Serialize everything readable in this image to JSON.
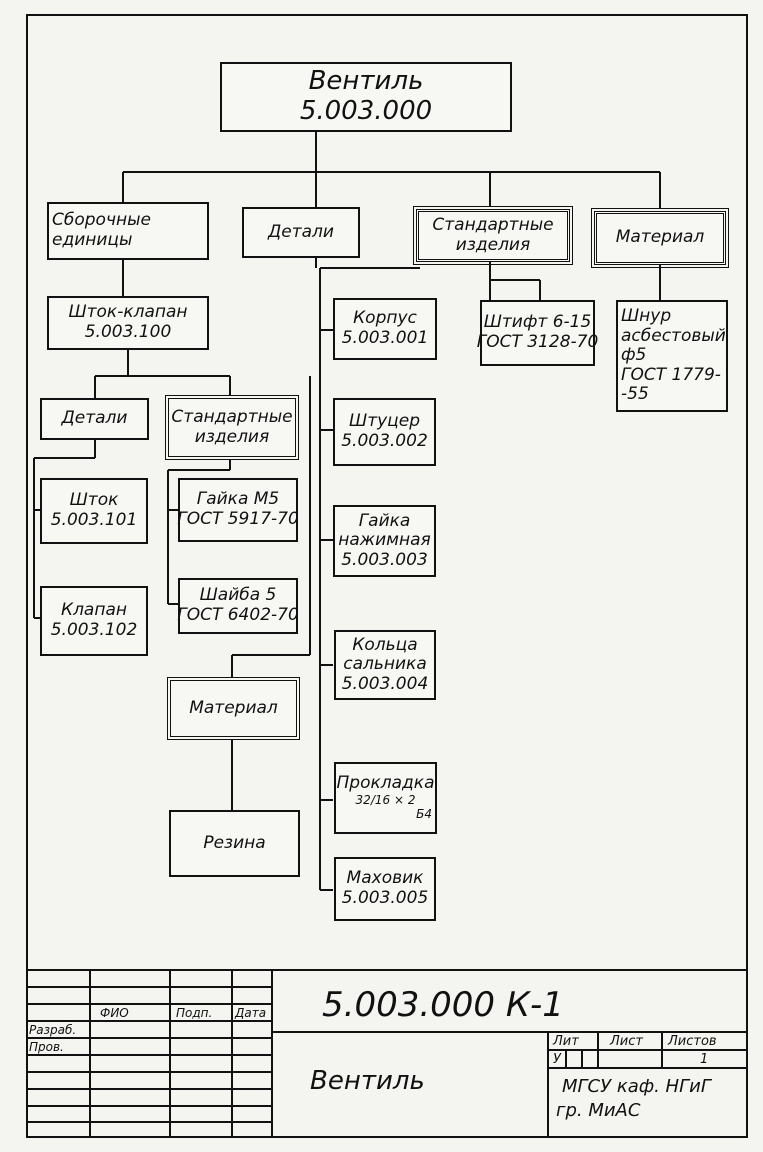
{
  "root": {
    "line1": "Вентиль",
    "line2": "5.003.000"
  },
  "level1": {
    "assemblies": {
      "line1": "Сборочные",
      "line2": "единицы"
    },
    "parts": {
      "line1": "Детали"
    },
    "standard": {
      "line1": "Стандартные",
      "line2": "изделия"
    },
    "material": {
      "line1": "Материал"
    }
  },
  "assembly": {
    "line1": "Шток-клапан",
    "line2": "5.003.100"
  },
  "sub_parts": {
    "line1": "Детали"
  },
  "sub_standard": {
    "line1": "Стандартные",
    "line2": "изделия"
  },
  "shtok": {
    "line1": "Шток",
    "line2": "5.003.101"
  },
  "klapan": {
    "line1": "Клапан",
    "line2": "5.003.102"
  },
  "gaika_m5": {
    "line1": "Гайка М5",
    "line2": "ГОСТ 5917-70"
  },
  "shaiba": {
    "line1": "Шайба 5",
    "line2": "ГОСТ 6402-70"
  },
  "sub_material": {
    "line1": "Материал"
  },
  "rezina": {
    "line1": "Резина"
  },
  "parts_list": {
    "korpus": {
      "line1": "Корпус",
      "line2": "5.003.001"
    },
    "shtucer": {
      "line1": "Штуцер",
      "line2": "5.003.002"
    },
    "gaika_nazh": {
      "line1": "Гайка",
      "line2": "нажимная",
      "line3": "5.003.003"
    },
    "kolca": {
      "line1": "Кольца",
      "line2": "сальника",
      "line3": "5.003.004"
    },
    "prokladka": {
      "line1": "Прокладка",
      "line2": "32/16 × 2",
      "line3": "Б4"
    },
    "mahovik": {
      "line1": "Маховик",
      "line2": "5.003.005"
    }
  },
  "shtift": {
    "line1": "Штифт 6-15",
    "line2": "ГОСТ 3128-70"
  },
  "shnur": {
    "line1": "Шнур",
    "line2": "асбестовый",
    "line3": "ф5",
    "line4": "ГОСТ 1779-",
    "line5": "-55"
  },
  "title_block": {
    "designation": "5.003.000 К-1",
    "name": "Вентиль",
    "col_fio": "ФИО",
    "col_podp": "Подп.",
    "col_data": "Дата",
    "row_razrab": "Разраб.",
    "row_prov": "Пров.",
    "lit_label": "Лит",
    "list_label": "Лист",
    "listov_label": "Листов",
    "lit_value": "У",
    "listov_value": "1",
    "org_line1": "МГСУ каф. НГиГ",
    "org_line2": "гр. МиАС"
  }
}
